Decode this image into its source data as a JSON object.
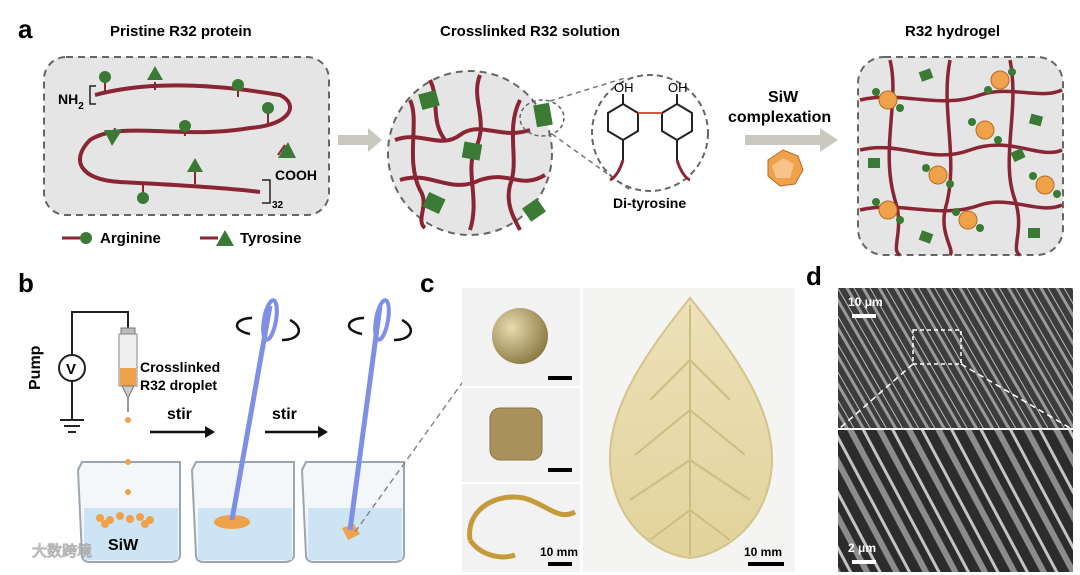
{
  "panels": {
    "a": {
      "label": "a",
      "titles": [
        "Pristine R32 protein",
        "Crosslinked R32 solution",
        "R32 hydrogel"
      ],
      "nh2": "NH",
      "nh2_sub": "2",
      "cooh": "COOH",
      "repeat": "32",
      "arrow_text_1": "SiW",
      "arrow_text_2": "complexation",
      "ditryosine": "Di-tyrosine",
      "oh1": "OH",
      "oh2": "OH",
      "legend": [
        "Arginine",
        "Tyrosine"
      ]
    },
    "b": {
      "label": "b",
      "pump": "Pump",
      "voltmeter": "V",
      "droplet_1": "Crosslinked",
      "droplet_2": "R32 droplet",
      "stir_1": "stir",
      "stir_2": "stir",
      "beaker_label": "SiW"
    },
    "c": {
      "label": "c",
      "scale_1": "10 mm",
      "scale_2": "10 mm"
    },
    "d": {
      "label": "d",
      "scale_top": "10 μm",
      "scale_bottom": "2 μm"
    }
  },
  "watermark": "大数跨境",
  "colors": {
    "chain": "#8a2533",
    "green": "#3a7a34",
    "box_fill": "#e5e5e5",
    "stick": "#7f8fe6",
    "orange": "#f0a24a"
  }
}
